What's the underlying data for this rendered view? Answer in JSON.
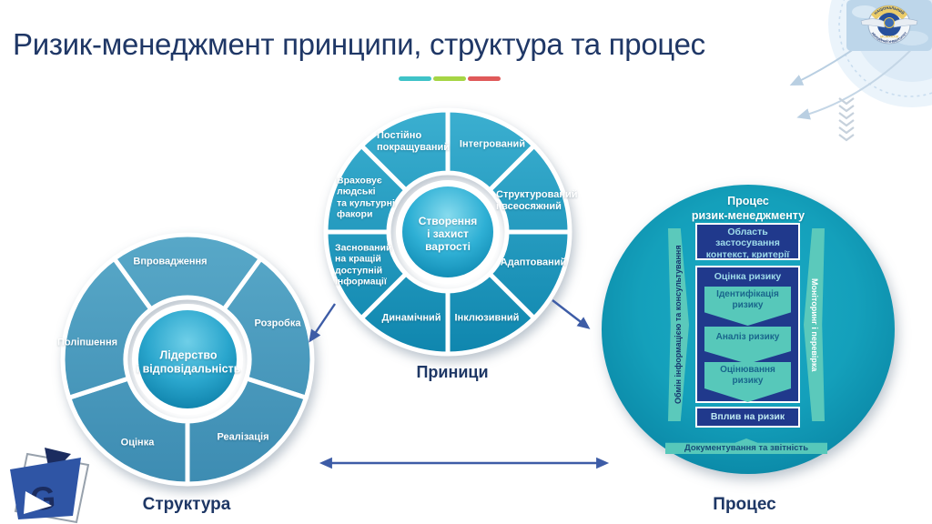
{
  "slide": {
    "title": "Ризик-менеджмент принципи, структура та процес",
    "accent_colors": {
      "teal": "#3FC3C8",
      "green": "#A6D545",
      "red": "#E05A5A"
    }
  },
  "structure": {
    "caption": "Структура",
    "center": "Лідерство\nі відповідальність",
    "segments": [
      "Впровадження",
      "Розробка",
      "Реалізація",
      "Оцінка",
      "Поліпшення"
    ]
  },
  "principles": {
    "caption": "Приници",
    "center": "Створення\nі захист\nвартості",
    "segments": [
      "Інтегрований",
      "Структурований\nі всеосяжний",
      "Адаптований",
      "Інклюзивний",
      "Динамічний",
      "Заснований\nна кращій\nдоступній\nінформації",
      "Враховує\nлюдські\nта культурні\nфакори",
      "Постійно\nпокращуваний"
    ]
  },
  "process": {
    "caption": "Процес",
    "title": "Процес\nризик-менеджменту",
    "left_bar": "Обмін інформацією та консультування",
    "right_bar": "Моніторинг і перевірка",
    "scope_box": "Область\nзастосування\nконтекст, критерії",
    "assessment_header": "Оцінка ризику",
    "steps": [
      "Ідентифікація\nризику",
      "Аналіз ризику",
      "Оцінювання\nризику"
    ],
    "treatment_box": "Вплив на ризик",
    "bottom_bar": "Документування та звітність"
  },
  "emblem": {
    "top_text": "НАЦІОНАЛЬНИЙ",
    "bottom_text": "АВІАЦІЙНИЙ УНІВЕРСИТЕТ",
    "year_text": "MCMXXXIII"
  },
  "colors": {
    "principles_wheel": "#1E9ABD",
    "structure_wheel": "#4A9DC0",
    "process_circle": "#14A0BA",
    "dark_box": "#20398C",
    "teal_bar": "#57C8BA",
    "arrow": "#3D5CA6",
    "title_text": "#1F3766"
  }
}
